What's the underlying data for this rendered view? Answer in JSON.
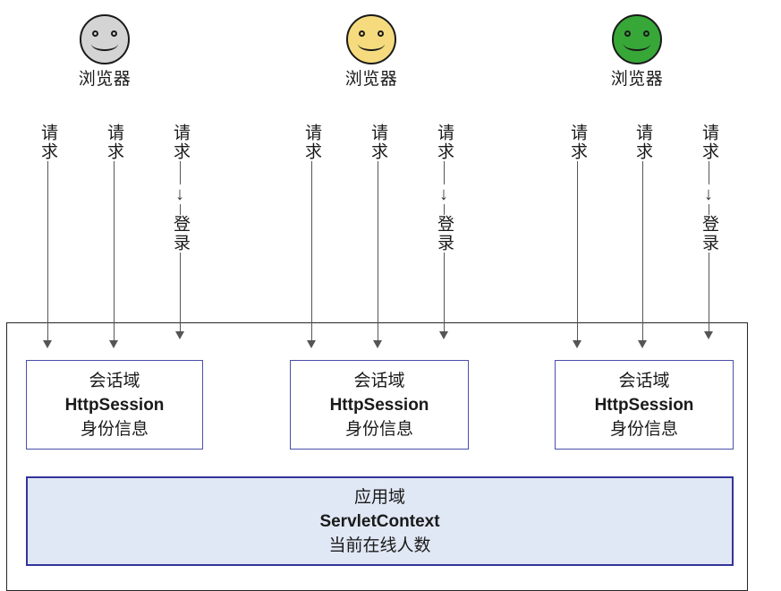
{
  "diagram": {
    "title": "Servlet scopes: HttpSession per browser and shared ServletContext",
    "colors": {
      "session_border": "#4a4fa8",
      "session_fill": "#ffffff",
      "app_border": "#33349b",
      "app_fill": "#e1e8f5",
      "container_border": "#262626",
      "line": "#555555",
      "face_outline": "#1a1a1a"
    },
    "browsers": [
      {
        "label": "浏览器",
        "face_color": "#d4d4d4",
        "face_name": "smiley-face-gray"
      },
      {
        "label": "浏览器",
        "face_color": "#f5db7e",
        "face_name": "smiley-face-yellow"
      },
      {
        "label": "浏览器",
        "face_color": "#37a738",
        "face_name": "smiley-face-green"
      }
    ],
    "flows": [
      {
        "request_label": "请求",
        "arrow_glyph": "",
        "login_label": ""
      },
      {
        "request_label": "请求",
        "arrow_glyph": "",
        "login_label": ""
      },
      {
        "request_label": "请求",
        "arrow_glyph": "↓",
        "login_label": "登录"
      }
    ],
    "session_box": {
      "line1": "会话域",
      "line2": "HttpSession",
      "line3": "身份信息"
    },
    "app_box": {
      "line1": "应用域",
      "line2": "ServletContext",
      "line3": "当前在线人数"
    }
  }
}
